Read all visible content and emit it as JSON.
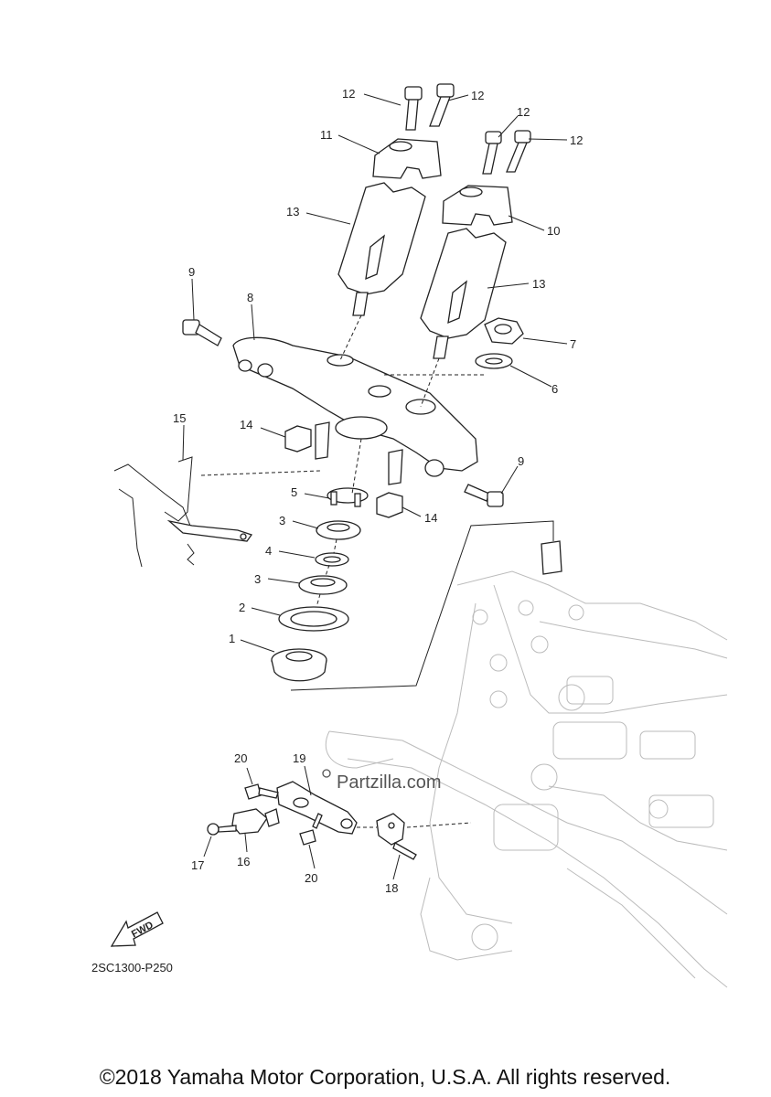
{
  "diagram": {
    "code": "2SC1300-P250",
    "watermark": "Partzilla.com",
    "fwd_label": "FWD",
    "copyright": "©2018 Yamaha Motor Corporation, U.S.A. All rights reserved."
  },
  "callouts": {
    "c1": "1",
    "c2": "2",
    "c3a": "3",
    "c3b": "3",
    "c4": "4",
    "c5": "5",
    "c6": "6",
    "c7": "7",
    "c8": "8",
    "c9a": "9",
    "c9b": "9",
    "c10": "10",
    "c11": "11",
    "c12a": "12",
    "c12b": "12",
    "c12c": "12",
    "c12d": "12",
    "c13a": "13",
    "c13b": "13",
    "c14a": "14",
    "c14b": "14",
    "c15": "15",
    "c16": "16",
    "c17": "17",
    "c18": "18",
    "c19": "19",
    "c20a": "20",
    "c20b": "20"
  },
  "colors": {
    "line": "#222222",
    "frame": "#bbbbbb",
    "background": "#ffffff"
  }
}
